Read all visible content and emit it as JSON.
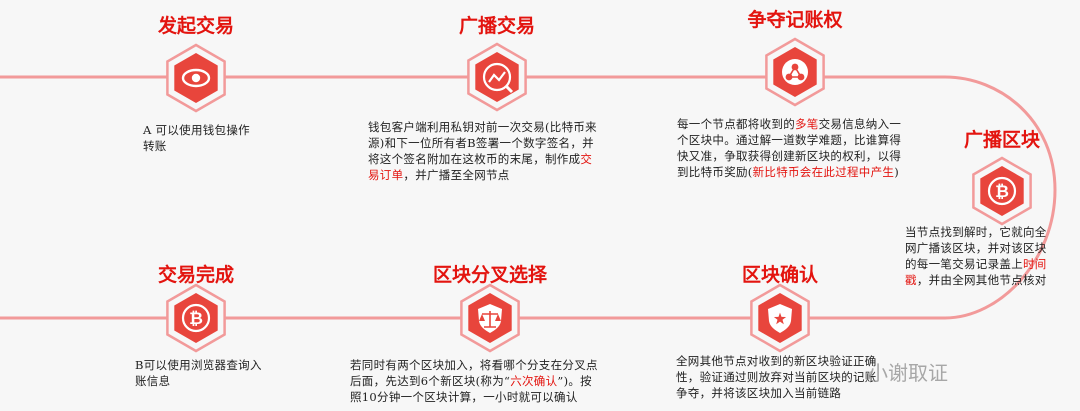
{
  "colors": {
    "path": "#f29a9a",
    "path_dark": "#e36a6a",
    "badge_fill": "#e8453c",
    "title": "#e3140f",
    "highlight": "#e3140f",
    "text": "#222222"
  },
  "steps": [
    {
      "id": "initiate",
      "title": "发起交易",
      "icon": "eye-icon",
      "desc": [
        {
          "t": "A 可以使用钱包操作"
        },
        {
          "br": true
        },
        {
          "t": "转账"
        }
      ]
    },
    {
      "id": "broadcast-tx",
      "title": "广播交易",
      "icon": "chart-trend-icon",
      "desc": [
        {
          "t": "钱包客户端利用私钥对前一次交易(比特币来"
        },
        {
          "br": true
        },
        {
          "t": "源)和下一位所有者B签署一个数字签名，并"
        },
        {
          "br": true
        },
        {
          "t": "将这个签名附加在这枚币的末尾，制作成"
        },
        {
          "t": "交",
          "hl": true
        },
        {
          "br": true
        },
        {
          "t": "易订单",
          "hl": true
        },
        {
          "t": "，并广播至全网节点"
        }
      ]
    },
    {
      "id": "compete",
      "title": "争夺记账权",
      "icon": "network-icon",
      "desc": [
        {
          "t": "每一个节点都将收到的"
        },
        {
          "t": "多笔",
          "hl": true
        },
        {
          "t": "交易信息纳入一"
        },
        {
          "br": true
        },
        {
          "t": "个区块中。通过解一道数学难题，比谁算得"
        },
        {
          "br": true
        },
        {
          "t": "快又准，争取获得创建新区块的权利，以得"
        },
        {
          "br": true
        },
        {
          "t": "到比特币奖励("
        },
        {
          "t": "新比特币会在此过程中产生",
          "hl": true
        },
        {
          "t": ")"
        }
      ]
    },
    {
      "id": "broadcast-block",
      "title": "广播区块",
      "icon": "bitcoin-icon",
      "desc": [
        {
          "t": "当节点找到解时，它就向全"
        },
        {
          "br": true
        },
        {
          "t": "网广播该区块，并对该区块"
        },
        {
          "br": true
        },
        {
          "t": "的每一笔交易记录盖上"
        },
        {
          "t": "时间",
          "hl": true
        },
        {
          "br": true
        },
        {
          "t": "戳",
          "hl": true
        },
        {
          "t": "，并由全网其他节点核对"
        }
      ]
    },
    {
      "id": "confirm",
      "title": "区块确认",
      "icon": "shield-star-icon",
      "desc": [
        {
          "t": "全网其他节点对收到的新区块验证正确"
        },
        {
          "br": true
        },
        {
          "t": "性，验证通过则放弃对当前区块的记账"
        },
        {
          "br": true
        },
        {
          "t": "争夺，并将该区块加入当前链路"
        }
      ]
    },
    {
      "id": "fork-select",
      "title": "区块分叉选择",
      "icon": "scales-icon",
      "desc": [
        {
          "t": "若同时有两个区块加入，将看哪个分支在分叉点"
        },
        {
          "br": true
        },
        {
          "t": "后面，先达到6个新区块(称为“"
        },
        {
          "t": "六次确认",
          "hl": true
        },
        {
          "t": "”)。按"
        },
        {
          "br": true
        },
        {
          "t": "照10分钟一个区块计算，一小时就可以确认"
        }
      ]
    },
    {
      "id": "complete",
      "title": "交易完成",
      "icon": "bitcoin-icon",
      "desc": [
        {
          "t": "B可以使用浏览器查询入"
        },
        {
          "br": true
        },
        {
          "t": "账信息"
        }
      ]
    }
  ],
  "watermark": "小谢取证"
}
